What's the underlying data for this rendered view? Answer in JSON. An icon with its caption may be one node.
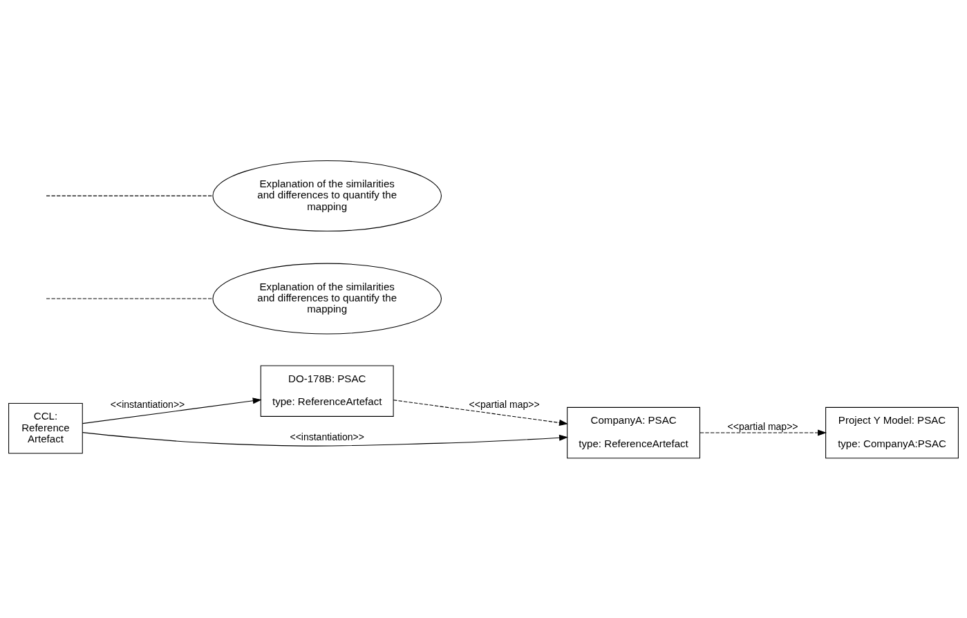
{
  "diagram": {
    "nodes": [
      {
        "text": [
          "DO-178B: PSAC",
          "type: ReferenceArtefact"
        ]
      },
      {
        "text": [
          "CCL: Reference Artefact"
        ]
      },
      {
        "text": [
          "Explanation of the similarities and differences to quantify the mapping"
        ]
      },
      {
        "text": [
          "CompanyA: PSAC",
          "type: ReferenceArtefact"
        ]
      },
      {
        "text": [
          "Project Y Model: PSAC",
          "type: CompanyA:PSAC"
        ]
      },
      {
        "text": [
          "Explanation of the similarities and differences to quantify the mapping"
        ]
      }
    ],
    "edges": [
      {
        "from": 1,
        "to": 0,
        "arrow": "to",
        "label": "<<instantiation>>"
      },
      {
        "from": 1,
        "to": 3,
        "arrow": "to",
        "label": "<<instantiation>>"
      },
      {
        "from": 0,
        "to": 3,
        "arrow": "to",
        "style": "dashed",
        "label": "<<partial map>>"
      },
      {
        "from": 2,
        "to": null,
        "arrow": "none",
        "style": "dashed"
      },
      {
        "from": 3,
        "to": 4,
        "arrow": "to",
        "style": "dashed",
        "label": "<<partial map>>"
      },
      {
        "from": 5,
        "to": null,
        "arrow": "none",
        "style": "dashed"
      }
    ]
  }
}
